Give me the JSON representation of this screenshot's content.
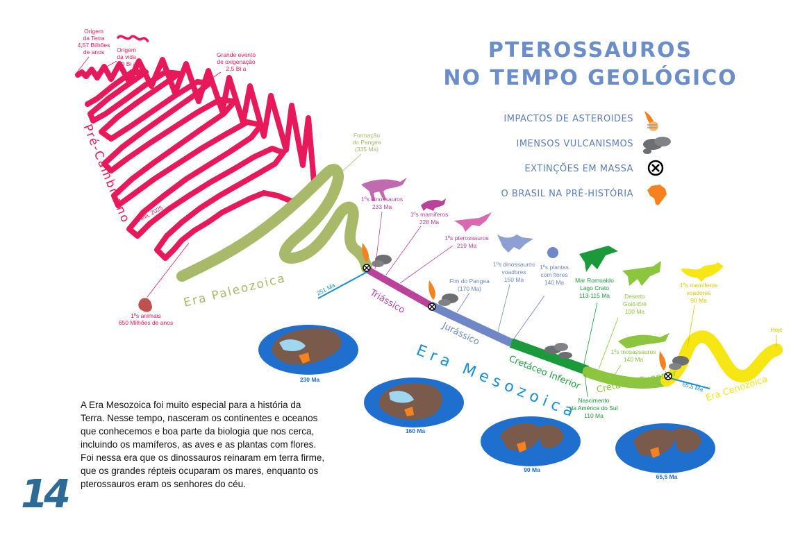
{
  "title": {
    "line1": "PTEROSSAUROS",
    "line2": "NO TEMPO GEOLÓGICO"
  },
  "legend": [
    {
      "label": "IMPACTOS DE ASTEROIDES",
      "icon": "asteroid-impact-icon"
    },
    {
      "label": "IMENSOS VULCANISMOS",
      "icon": "volcanism-cloud-icon"
    },
    {
      "label": "EXTINÇÕES EM MASSA",
      "icon": "mass-extinction-icon"
    },
    {
      "label": "O BRASIL NA PRÉ-HISTÓRIA",
      "icon": "brazil-map-icon"
    }
  ],
  "eras": {
    "precambrian": "Pré-Cambriano",
    "paleozoic": "Era Paleozoica",
    "mesozoic": "Era Mesozoica",
    "triassic": "Triássico",
    "jurassic": "Jurássico",
    "cretaceous_lower": "Cretáceo Inferior",
    "cretaceous_upper": "Cretáceo Superior",
    "cenozoic": "Era Cenozoica"
  },
  "events": {
    "earth_origin": [
      "Origem",
      "da Terra",
      "4,57 Bilhões",
      "de anos"
    ],
    "life_origin": [
      "Origem",
      "da vida",
      "4,0 Bi a"
    ],
    "oxygenation": [
      "Grande evento",
      "de oxigenação",
      "2,5 Bi a"
    ],
    "first_animals": [
      "1ºs animais",
      "650 Milhões de anos"
    ],
    "pangea_formation": [
      "Formação",
      "do Pangea",
      "(335 Ma)"
    ],
    "first_dinosaurs": [
      "1ºs dinossauros",
      "233 Ma"
    ],
    "first_mammals": [
      "1ºs mamíferos",
      "228 Ma"
    ],
    "first_pterosaurs": [
      "1ºs pterossauros",
      "219 Ma"
    ],
    "pangea_end": [
      "Fim do Pangea",
      "(170 Ma)"
    ],
    "flying_dinosaurs": [
      "1ºs dinossauros",
      "voadores",
      "150 Ma"
    ],
    "flowering_plants": [
      "1ºs plantas",
      "com flores",
      "140 Ma"
    ],
    "romualdo": [
      "Mar Romualdo",
      "Lago Crato",
      "113-115 Ma"
    ],
    "goio_ere": [
      "Deserto",
      "Goiô-Erê",
      "100 Ma"
    ],
    "mosasaurs": [
      "1ºs mosassauros",
      "140 Ma"
    ],
    "south_america": [
      "Nascimento",
      "da América do Sul",
      "110 Ma"
    ],
    "flying_mammals": [
      "1ºs mamíferos",
      "voadores",
      "90 Ma"
    ],
    "today": "Hoje",
    "ma251": "251 Ma",
    "ma65": "65,5 Ma"
  },
  "globes": [
    "230 Ma",
    "160 Ma",
    "90 Ma",
    "65,5 Ma"
  ],
  "credit": "Anelli, 2025",
  "paragraph": [
    "A Era Mesozoica foi muito especial para a história da",
    "Terra. Nesse tempo, nasceram os continentes e oceanos",
    "que conhecemos e boa parte da biologia que nos cerca,",
    "incluindo os mamíferos, as aves e as plantas com flores.",
    "Foi nessa era que os dinossauros reinaram em terra firme,",
    "que os grandes répteis ocuparam os mares, enquanto os",
    "pterossauros eram os senhores do céu."
  ],
  "page_number": "14",
  "colors": {
    "precambrian": "#e8195a",
    "paleozoic": "#a9b96a",
    "triassic": "#b9439a",
    "jurassic": "#6f86c7",
    "cretaceous_lower": "#1a9a3a",
    "cretaceous_upper": "#8cc63f",
    "cenozoic": "#f5e614",
    "title": "#6b8ec9",
    "ocean": "#1f6fcf",
    "land": "#7a5a4a"
  }
}
